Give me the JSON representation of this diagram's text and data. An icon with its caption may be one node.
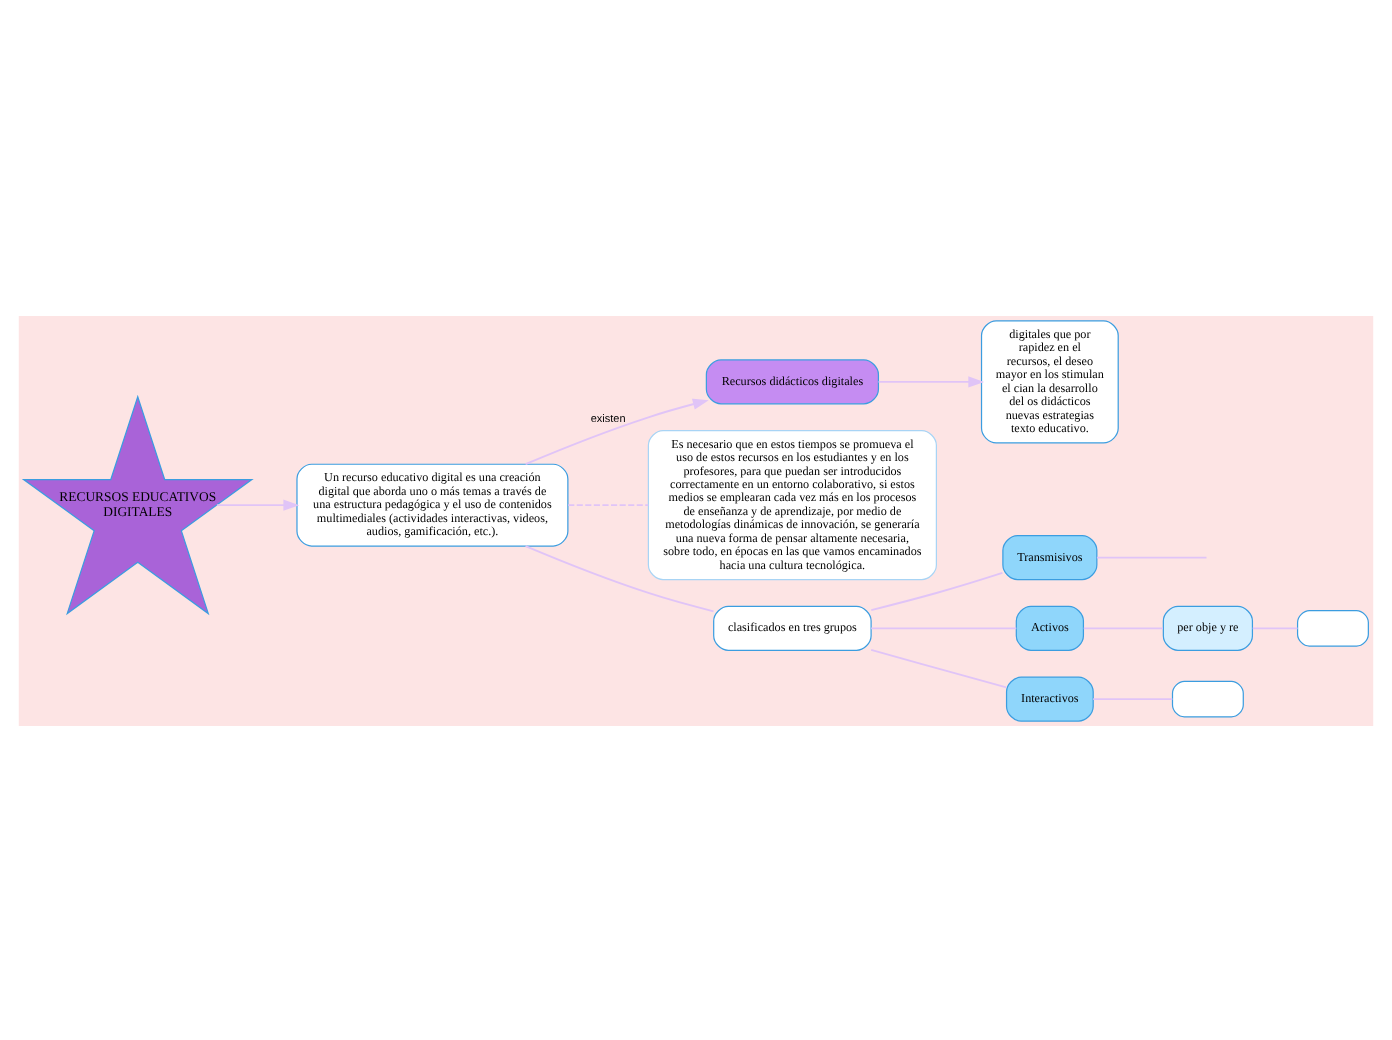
{
  "diagram": {
    "nodes": [
      {
        "text": [
          "RECURSOS EDUCATIVOS DIGITALES"
        ]
      },
      {
        "text": [
          "Un recurso educativo digital es una creación digital que aborda uno o más temas a través de una estructura pedagógica y el uso de contenidos multimediales (actividades interactivas, videos, audios, gamificación, etc.)."
        ]
      },
      {
        "text": [
          "Recursos didácticos digitales"
        ]
      },
      {
        "text": [
          "digitales que por rapidez en el recursos, el deseo mayor en los stimulan el cian la desarrollo del os didácticos nuevas estrategias texto educativo."
        ]
      },
      {
        "text": [
          "Es necesario que en estos tiempos se promueva el uso de estos recursos en los estudiantes y en los profesores, para que puedan ser introducidos correctamente en un entorno colaborativo, si estos medios se emplearan cada vez más en los procesos de enseñanza y de aprendizaje, por medio de metodologías dinámicas de innovación, se generaría una nueva forma de pensar altamente necesaria, sobre todo, en épocas en las que vamos encaminados hacia una cultura tecnológica."
        ]
      },
      {
        "text": [
          "clasificados en tres grupos"
        ]
      },
      {
        "text": [
          "Transmisivos"
        ]
      },
      {
        "text": [
          "Activos"
        ]
      },
      {
        "text": [
          "Interactivos"
        ]
      },
      {
        "text": [
          "per obje y re"
        ]
      },
      {
        "text": [],
        "shape": "box"
      },
      {
        "text": [],
        "shape": "box"
      }
    ],
    "edges": [
      {
        "from": 0,
        "to": 1,
        "arrow": "to"
      },
      {
        "from": 1,
        "to": 2,
        "arrow": "to",
        "label": "existen"
      },
      {
        "from": 2,
        "to": 3,
        "arrow": "to"
      },
      {
        "from": 1,
        "to": 4,
        "arrow": "none",
        "style": "dashed"
      },
      {
        "from": 1,
        "to": 5,
        "arrow": "none"
      },
      {
        "from": 5,
        "to": 6,
        "arrow": "none"
      },
      {
        "from": 5,
        "to": 7,
        "arrow": "none"
      },
      {
        "from": 5,
        "to": 8,
        "arrow": "none"
      },
      {
        "from": 6,
        "to": null,
        "arrow": "none"
      },
      {
        "from": 7,
        "to": 9,
        "arrow": "none"
      },
      {
        "from": 9,
        "to": 10,
        "arrow": "none"
      },
      {
        "from": 8,
        "to": 11,
        "arrow": "none"
      }
    ]
  }
}
